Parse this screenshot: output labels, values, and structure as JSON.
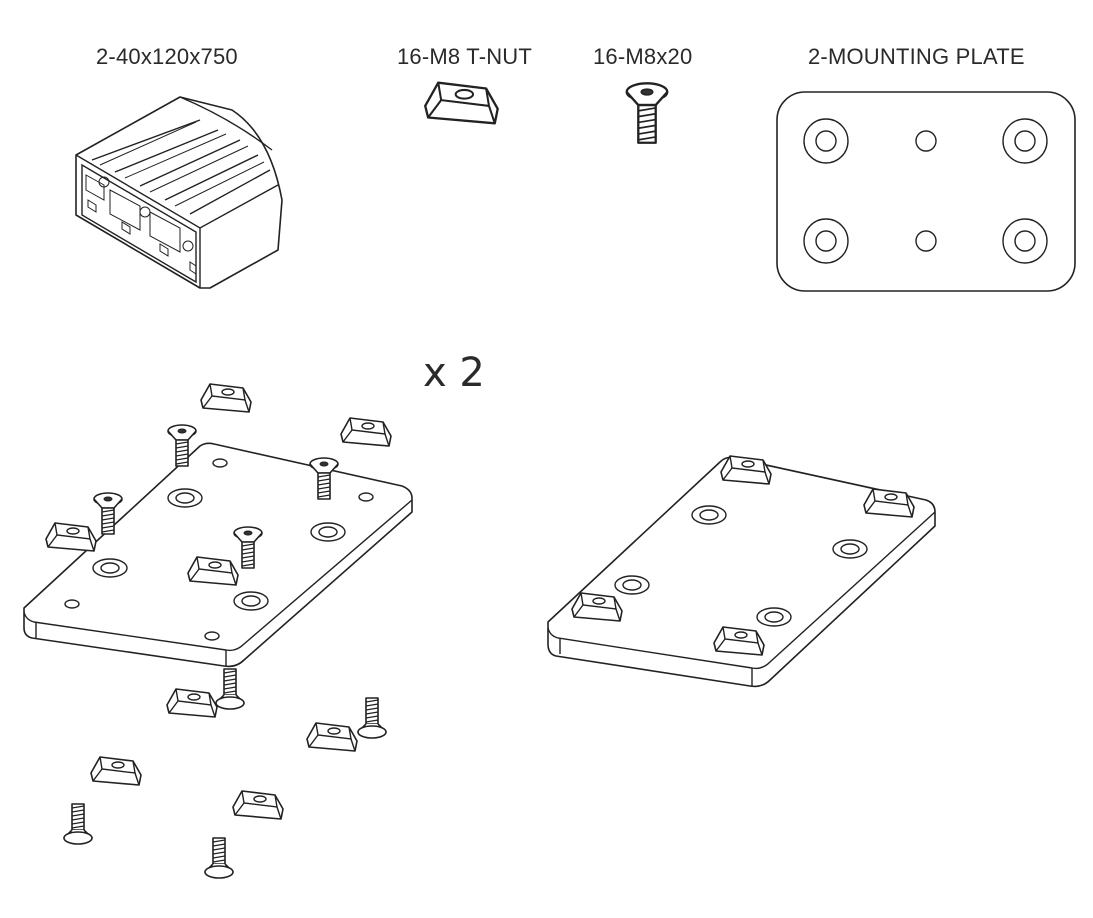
{
  "parts": {
    "extrusion_label": "2-40x120x750",
    "tnut_label": "16-M8 T-NUT",
    "bolt_label": "16-M8x20",
    "plate_label": "2-MOUNTING PLATE"
  },
  "assembly": {
    "quantity_label": "x 2"
  }
}
